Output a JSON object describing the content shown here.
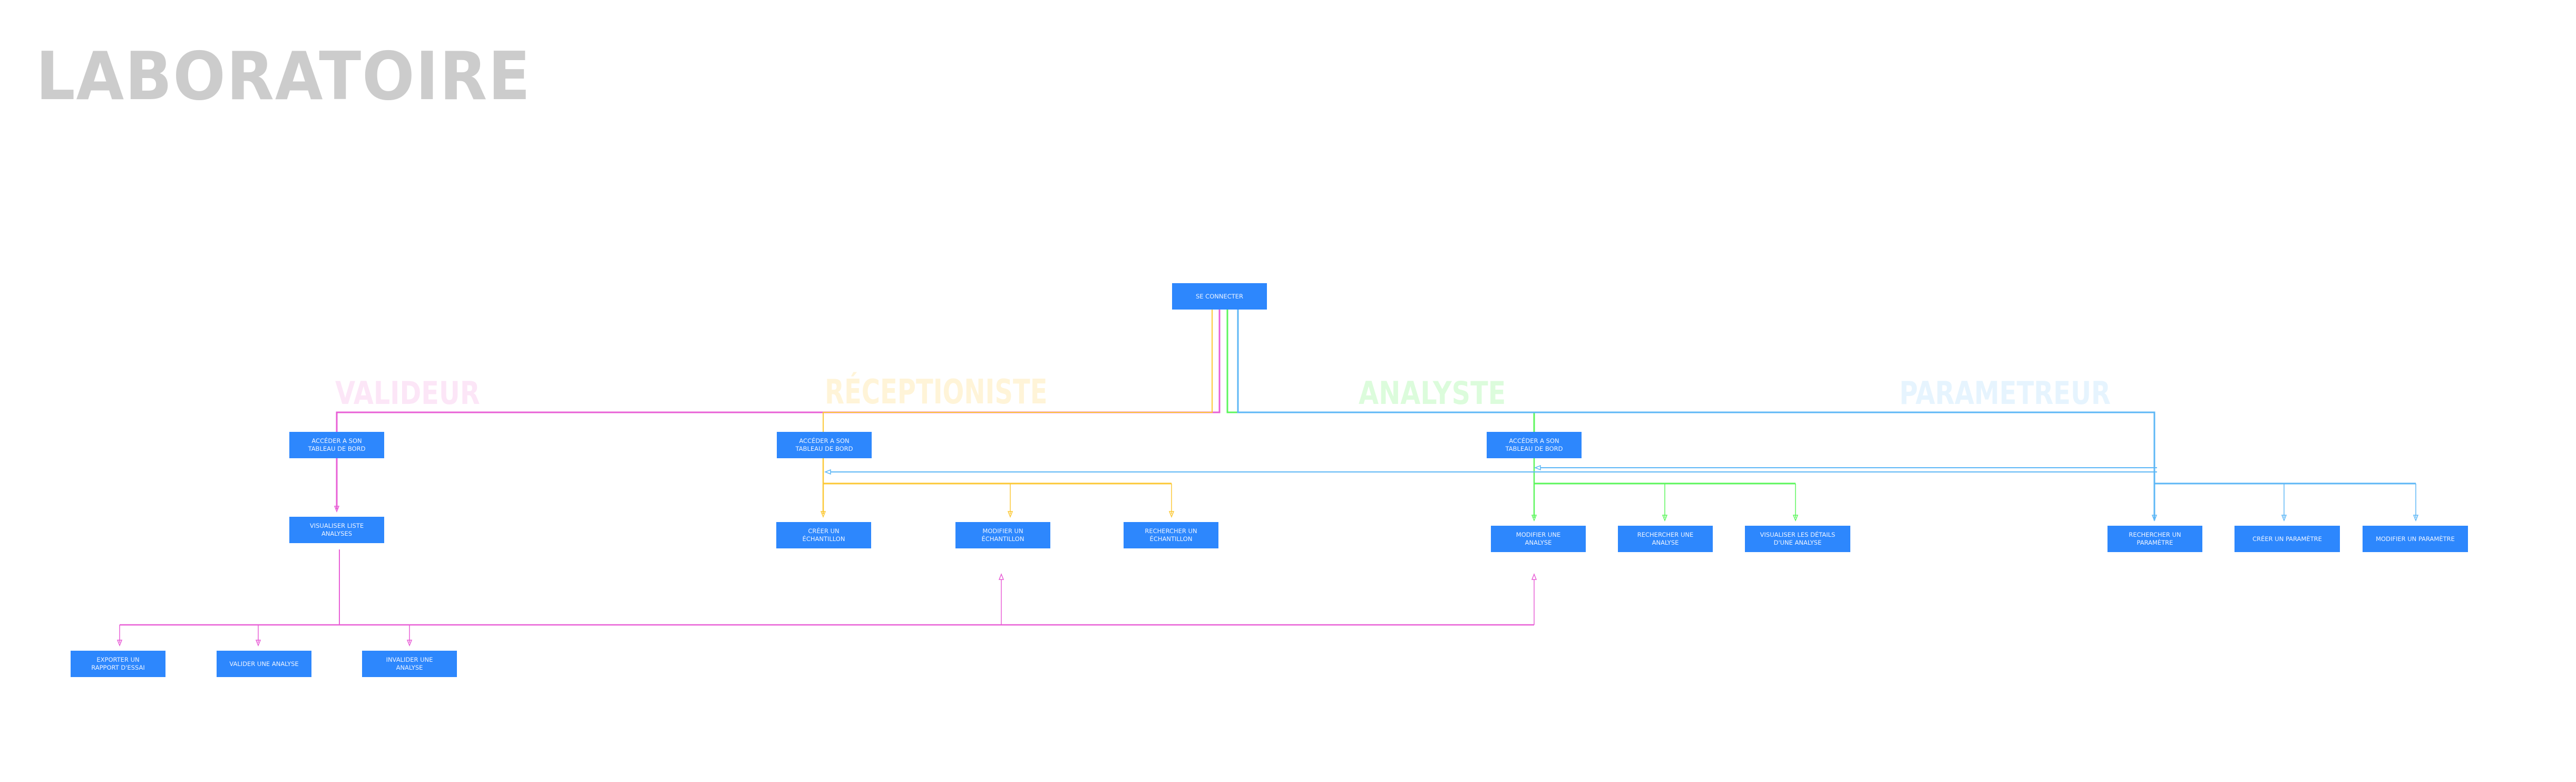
{
  "title": "LABORATOIRE",
  "colors": {
    "node_bg": "#2d87fd",
    "node_text": "#eef4ff",
    "title": "#cccccc",
    "valideur": "#e85fd6",
    "receptioniste": "#fcc835",
    "analyste": "#5cf65c",
    "parametreur": "#5db7f6"
  },
  "roles": {
    "valideur": {
      "label": "VALIDEUR",
      "color": "#fce6f7"
    },
    "receptioniste": {
      "label": "RÉCEPTIONISTE",
      "color": "#fff4d8"
    },
    "analyste": {
      "label": "ANALYSTE",
      "color": "#dcfcdc"
    },
    "parametreur": {
      "label": "PARAMETREUR",
      "color": "#e6f4fe"
    }
  },
  "nodes": {
    "se_connecter": {
      "lines": [
        "SE CONNECTER"
      ]
    },
    "valideur_dashboard": {
      "lines": [
        "ACCÉDER A SON",
        "TABLEAU DE BORD"
      ]
    },
    "valideur_liste": {
      "lines": [
        "VISUALISER LISTE",
        "ANALYSES"
      ]
    },
    "exporter_rapport": {
      "lines": [
        "EXPORTER UN",
        "RAPPORT D'ESSAI"
      ]
    },
    "valider_analyse": {
      "lines": [
        "VALIDER UNE ANALYSE"
      ]
    },
    "invalider_analyse": {
      "lines": [
        "INVALIDER UNE",
        "ANALYSE"
      ]
    },
    "recep_dashboard": {
      "lines": [
        "ACCÉDER A SON",
        "TABLEAU DE BORD"
      ]
    },
    "creer_echantillon": {
      "lines": [
        "CRÉER UN",
        "ÉCHANTILLON"
      ]
    },
    "modifier_echantillon": {
      "lines": [
        "MODIFIER UN",
        "ÉCHANTILLON"
      ]
    },
    "rechercher_echantillon": {
      "lines": [
        "RECHERCHER UN",
        "ÉCHANTILLON"
      ]
    },
    "analyste_dashboard": {
      "lines": [
        "ACCÉDER A SON",
        "TABLEAU DE BORD"
      ]
    },
    "modifier_analyse": {
      "lines": [
        "MODIFIER UNE",
        "ANALYSE"
      ]
    },
    "rechercher_analyse": {
      "lines": [
        "RECHERCHER UNE",
        "ANALYSE"
      ]
    },
    "details_analyse": {
      "lines": [
        "VISUALISER LES DÉTAILS",
        "D'UNE ANALYSE"
      ]
    },
    "rechercher_parametre": {
      "lines": [
        "RECHERCHER UN",
        "PARAMÈTRE"
      ]
    },
    "creer_parametre": {
      "lines": [
        "CRÉER UN PARAMÈTRE"
      ]
    },
    "modifier_parametre": {
      "lines": [
        "MODIFIER UN PARAMÈTRE"
      ]
    }
  }
}
